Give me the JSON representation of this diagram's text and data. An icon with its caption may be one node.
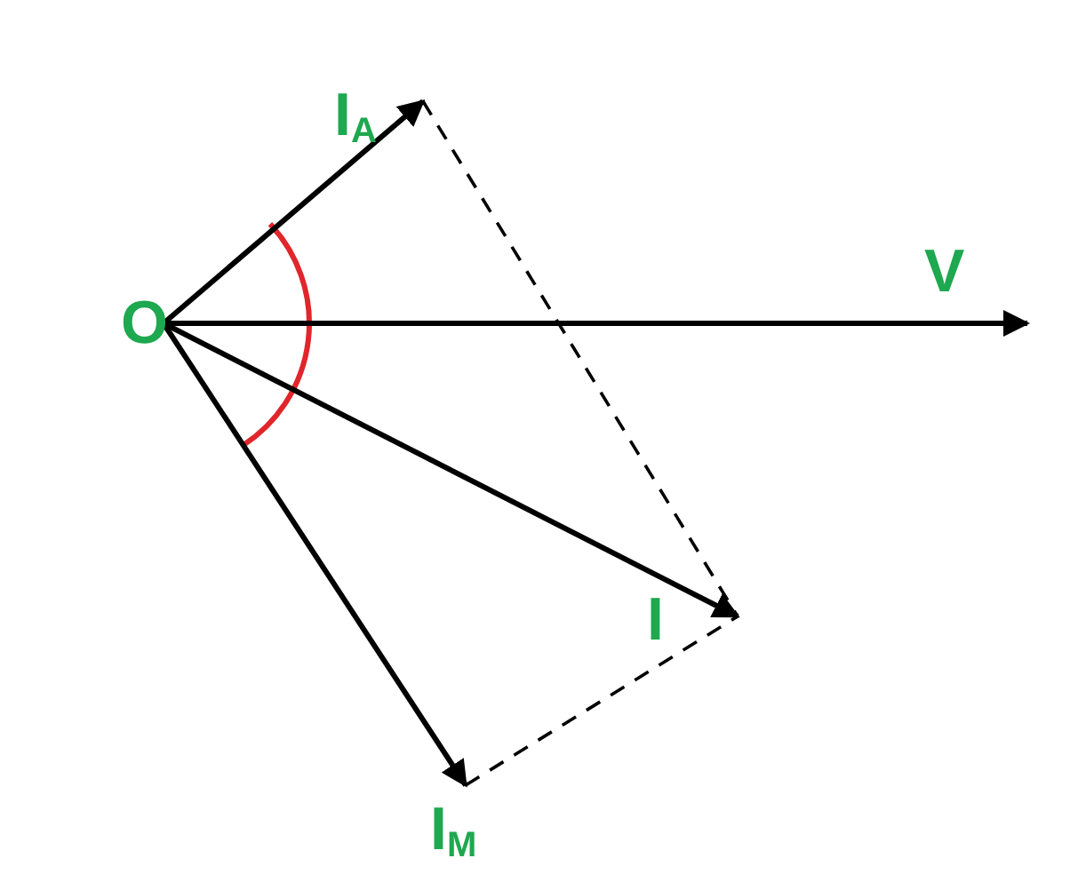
{
  "diagram": {
    "nodes": [
      {
        "text": [
          "O"
        ]
      },
      {
        "text": [
          "I$_{A}$"
        ]
      },
      {
        "text": [
          "V"
        ]
      },
      {
        "text": [
          "I"
        ]
      },
      {
        "text": [
          "I$_{M}$"
        ]
      }
    ],
    "edges": [
      {
        "from": 0,
        "to": 1,
        "arrow": "to"
      },
      {
        "from": 0,
        "to": 2,
        "arrow": "to"
      },
      {
        "from": 0,
        "to": 3,
        "arrow": "to"
      },
      {
        "from": 0,
        "to": 4,
        "arrow": "to"
      },
      {
        "from": 1,
        "to": 3,
        "arrow": "none",
        "style": "dashed"
      },
      {
        "from": 4,
        "to": 3,
        "arrow": "none",
        "style": "dashed"
      }
    ]
  }
}
